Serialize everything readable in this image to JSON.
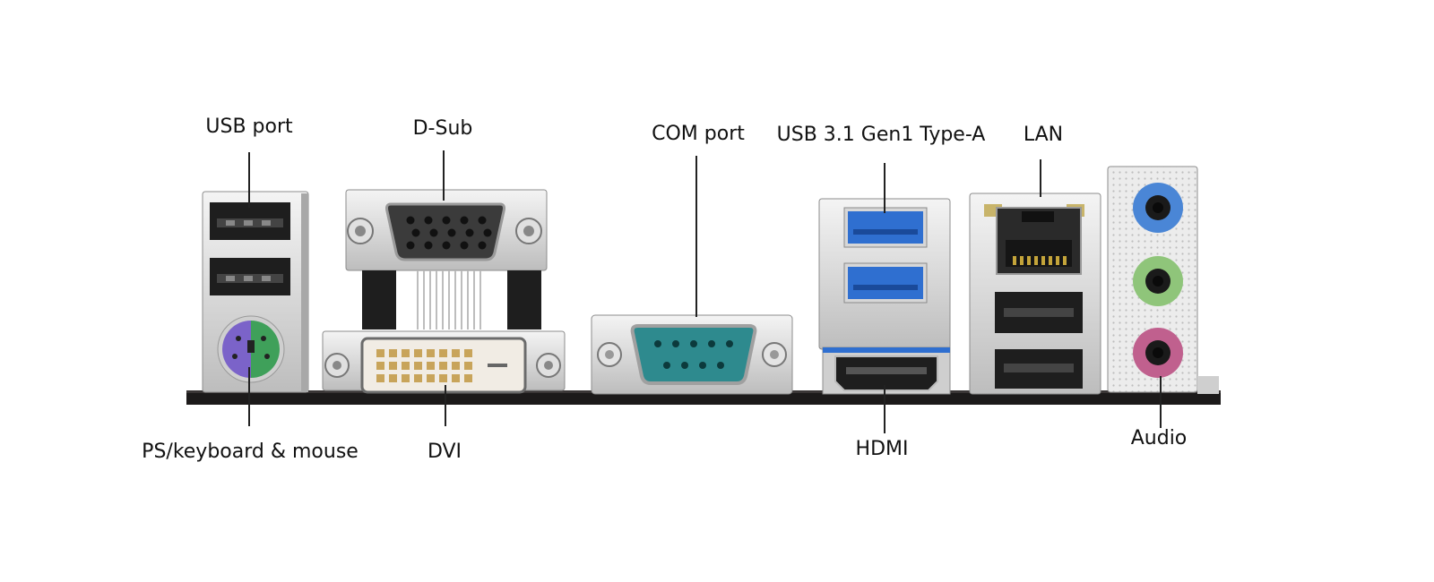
{
  "labels": {
    "usb_port": "USB port",
    "dsub": "D-Sub",
    "com_port": "COM port",
    "usb31": "USB 3.1 Gen1 Type-A",
    "lan": "LAN",
    "ps2": "PS/keyboard & mouse",
    "dvi": "DVI",
    "hdmi": "HDMI",
    "audio": "Audio"
  },
  "colors": {
    "usb3_blue": "#2f6fd0",
    "ps2_purple": "#7b63c9",
    "ps2_green": "#3fa05a",
    "com_teal": "#2e8a8e",
    "audio_blue": "#4a86d6",
    "audio_green": "#8fc57a",
    "audio_pink": "#c0608e",
    "pcb": "#1c1a1a"
  }
}
